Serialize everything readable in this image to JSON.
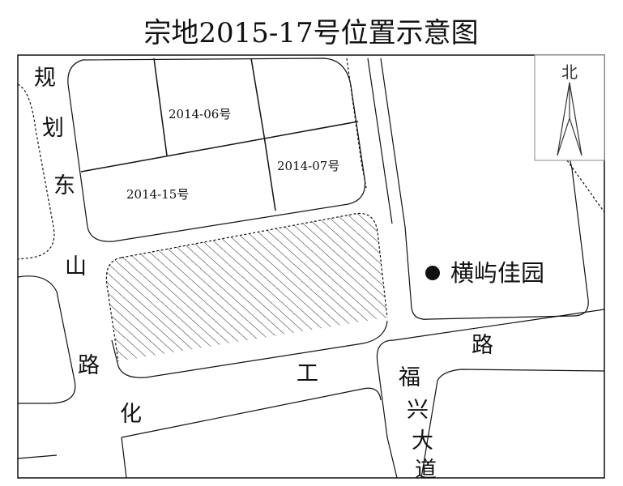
{
  "title": "宗地2015-17号位置示意图",
  "north_label": "北",
  "parcels": {
    "p2014_06": "2014-06号",
    "p2014_07": "2014-07号",
    "p2014_15": "2014-15号"
  },
  "landmark": {
    "name": "横屿佳园",
    "marker_icon": "filled-circle-icon"
  },
  "roads": {
    "guihua_dongshan": [
      "规",
      "划",
      "东",
      "山",
      "路"
    ],
    "huagong": [
      "化",
      "工",
      "路"
    ],
    "fuxing": [
      "福",
      "兴",
      "大",
      "道"
    ]
  },
  "colors": {
    "line": "#111111",
    "hatch": "#333333",
    "background": "#ffffff"
  }
}
